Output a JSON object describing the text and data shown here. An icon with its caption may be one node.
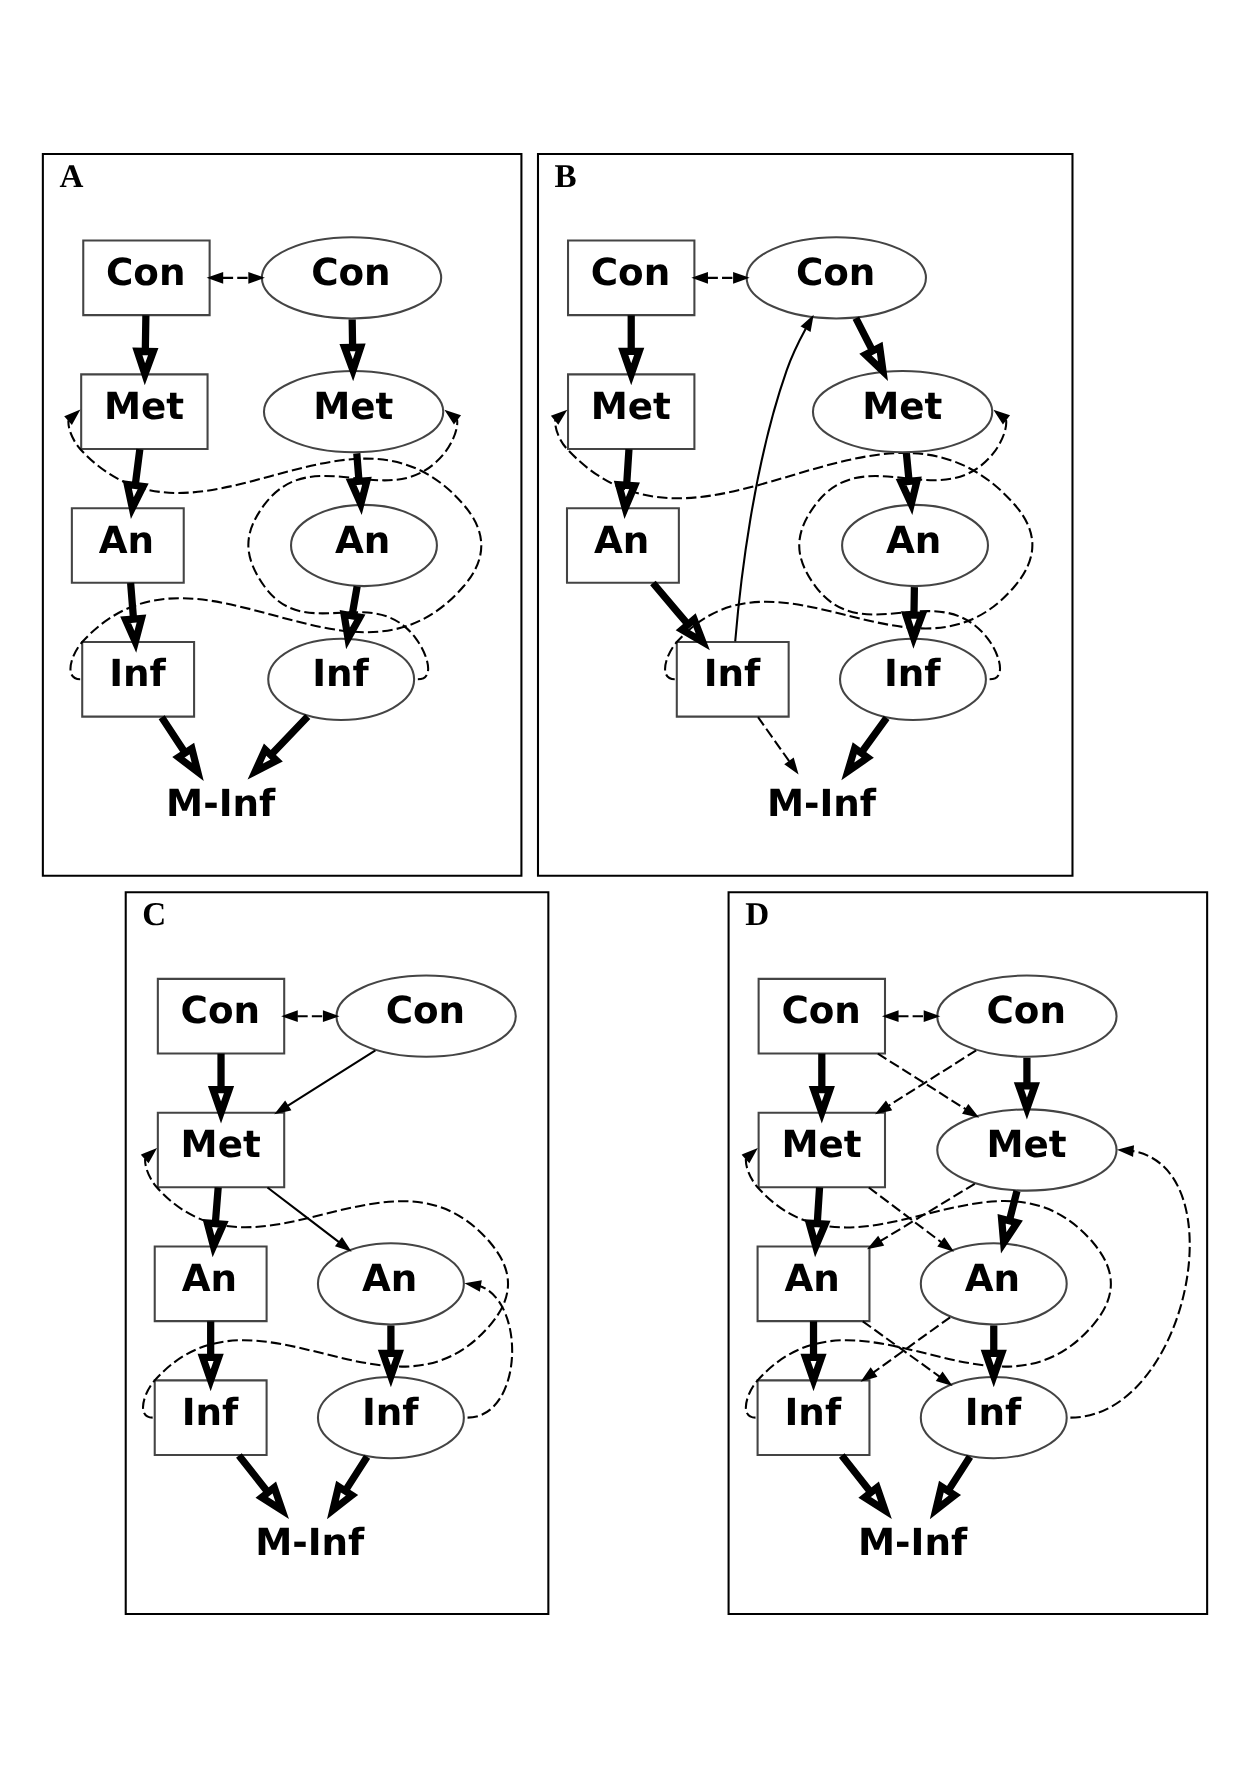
{
  "diagram": {
    "nodes": [
      {
        "text": [
          "A"
        ]
      },
      {
        "text": [
          "Con"
        ],
        "in": 0
      },
      {
        "text": [
          "Met"
        ],
        "in": 0
      },
      {
        "text": [
          "An"
        ],
        "in": 0
      },
      {
        "text": [
          "Inf"
        ],
        "in": 0
      },
      {
        "text": [
          "Con"
        ],
        "in": 0
      },
      {
        "text": [
          "Met"
        ],
        "in": 0
      },
      {
        "text": [
          "An"
        ],
        "in": 0
      },
      {
        "text": [
          "Inf"
        ],
        "in": 0
      },
      {
        "text": [
          "M-Inf"
        ],
        "in": 0
      },
      {
        "text": [
          "B"
        ]
      },
      {
        "text": [
          "Con"
        ],
        "in": 10
      },
      {
        "text": [
          "Met"
        ],
        "in": 10
      },
      {
        "text": [
          "An"
        ],
        "in": 10
      },
      {
        "text": [
          "Inf"
        ],
        "in": 10
      },
      {
        "text": [
          "Con"
        ],
        "in": 10
      },
      {
        "text": [
          "Met"
        ],
        "in": 10
      },
      {
        "text": [
          "An"
        ],
        "in": 10
      },
      {
        "text": [
          "Inf"
        ],
        "in": 10
      },
      {
        "text": [
          "M-Inf"
        ],
        "in": 10
      },
      {
        "text": [
          "C"
        ]
      },
      {
        "text": [
          "Con"
        ],
        "in": 20
      },
      {
        "text": [
          "Met"
        ],
        "in": 20
      },
      {
        "text": [
          "An"
        ],
        "in": 20
      },
      {
        "text": [
          "Inf"
        ],
        "in": 20
      },
      {
        "text": [
          "Con"
        ],
        "in": 20
      },
      {
        "text": [
          "An"
        ],
        "in": 20
      },
      {
        "text": [
          "Inf"
        ],
        "in": 20
      },
      {
        "text": [
          "M-Inf"
        ],
        "in": 20
      },
      {
        "text": [
          "D"
        ]
      },
      {
        "text": [
          "Con"
        ],
        "in": 29
      },
      {
        "text": [
          "Met"
        ],
        "in": 29
      },
      {
        "text": [
          "An"
        ],
        "in": 29
      },
      {
        "text": [
          "Inf"
        ],
        "in": 29
      },
      {
        "text": [
          "Con"
        ],
        "in": 29
      },
      {
        "text": [
          "Met"
        ],
        "in": 29
      },
      {
        "text": [
          "An"
        ],
        "in": 29
      },
      {
        "text": [
          "Inf"
        ],
        "in": 29
      },
      {
        "text": [
          "M-Inf"
        ],
        "in": 29
      }
    ],
    "edges": [
      {
        "from": 1,
        "to": 5,
        "arrow": "both",
        "style": "dashed"
      },
      {
        "from": 1,
        "to": 2,
        "arrow": "to"
      },
      {
        "from": 2,
        "to": 3,
        "arrow": "to"
      },
      {
        "from": 3,
        "to": 4,
        "arrow": "to"
      },
      {
        "from": 5,
        "to": 6,
        "arrow": "to"
      },
      {
        "from": 6,
        "to": 7,
        "arrow": "to"
      },
      {
        "from": 7,
        "to": 8,
        "arrow": "to"
      },
      {
        "from": 4,
        "to": 2,
        "arrow": "to",
        "style": "dashed"
      },
      {
        "from": 8,
        "to": 6,
        "arrow": "to",
        "style": "dashed"
      },
      {
        "from": 4,
        "to": 9,
        "arrow": "to"
      },
      {
        "from": 8,
        "to": 9,
        "arrow": "to"
      },
      {
        "from": 11,
        "to": 15,
        "arrow": "both",
        "style": "dashed"
      },
      {
        "from": 11,
        "to": 12,
        "arrow": "to"
      },
      {
        "from": 12,
        "to": 13,
        "arrow": "to"
      },
      {
        "from": 13,
        "to": 14,
        "arrow": "to"
      },
      {
        "from": 15,
        "to": 16,
        "arrow": "to"
      },
      {
        "from": 16,
        "to": 17,
        "arrow": "to"
      },
      {
        "from": 17,
        "to": 18,
        "arrow": "to"
      },
      {
        "from": 14,
        "to": 12,
        "arrow": "to",
        "style": "dashed"
      },
      {
        "from": 18,
        "to": 16,
        "arrow": "to",
        "style": "dashed"
      },
      {
        "from": 14,
        "to": 15,
        "arrow": "to"
      },
      {
        "from": 14,
        "to": 19,
        "arrow": "to",
        "style": "dashed"
      },
      {
        "from": 18,
        "to": 19,
        "arrow": "to"
      },
      {
        "from": 21,
        "to": 25,
        "arrow": "both",
        "style": "dashed"
      },
      {
        "from": 21,
        "to": 22,
        "arrow": "to"
      },
      {
        "from": 22,
        "to": 23,
        "arrow": "to"
      },
      {
        "from": 23,
        "to": 24,
        "arrow": "to"
      },
      {
        "from": 25,
        "to": 22,
        "arrow": "to"
      },
      {
        "from": 22,
        "to": 26,
        "arrow": "to"
      },
      {
        "from": 26,
        "to": 27,
        "arrow": "to"
      },
      {
        "from": 24,
        "to": 22,
        "arrow": "to",
        "style": "dashed"
      },
      {
        "from": 27,
        "to": 26,
        "arrow": "to",
        "style": "dashed"
      },
      {
        "from": 24,
        "to": 28,
        "arrow": "to"
      },
      {
        "from": 27,
        "to": 28,
        "arrow": "to"
      },
      {
        "from": 30,
        "to": 34,
        "arrow": "both",
        "style": "dashed"
      },
      {
        "from": 30,
        "to": 31,
        "arrow": "to"
      },
      {
        "from": 31,
        "to": 32,
        "arrow": "to"
      },
      {
        "from": 32,
        "to": 33,
        "arrow": "to"
      },
      {
        "from": 34,
        "to": 35,
        "arrow": "to"
      },
      {
        "from": 35,
        "to": 36,
        "arrow": "to"
      },
      {
        "from": 36,
        "to": 37,
        "arrow": "to"
      },
      {
        "from": 30,
        "to": 35,
        "arrow": "to",
        "style": "dashed"
      },
      {
        "from": 34,
        "to": 31,
        "arrow": "to",
        "style": "dashed"
      },
      {
        "from": 31,
        "to": 36,
        "arrow": "to",
        "style": "dashed"
      },
      {
        "from": 35,
        "to": 32,
        "arrow": "to",
        "style": "dashed"
      },
      {
        "from": 32,
        "to": 37,
        "arrow": "to",
        "style": "dashed"
      },
      {
        "from": 36,
        "to": 33,
        "arrow": "to",
        "style": "dashed"
      },
      {
        "from": 33,
        "to": 31,
        "arrow": "to",
        "style": "dashed"
      },
      {
        "from": 37,
        "to": 35,
        "arrow": "to",
        "style": "dashed"
      },
      {
        "from": 33,
        "to": 38,
        "arrow": "to"
      },
      {
        "from": 37,
        "to": 38,
        "arrow": "to"
      }
    ]
  }
}
